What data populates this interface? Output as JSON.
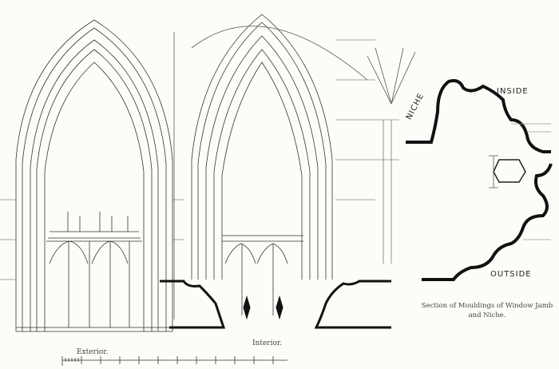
{
  "labels": {
    "exterior": "Exterior.",
    "interior": "Interior.",
    "niche": "NICHE",
    "inside": "INSIDE",
    "outside": "OUTSIDE",
    "caption": "Section of Mouldings of Window Jamb and Niche."
  }
}
